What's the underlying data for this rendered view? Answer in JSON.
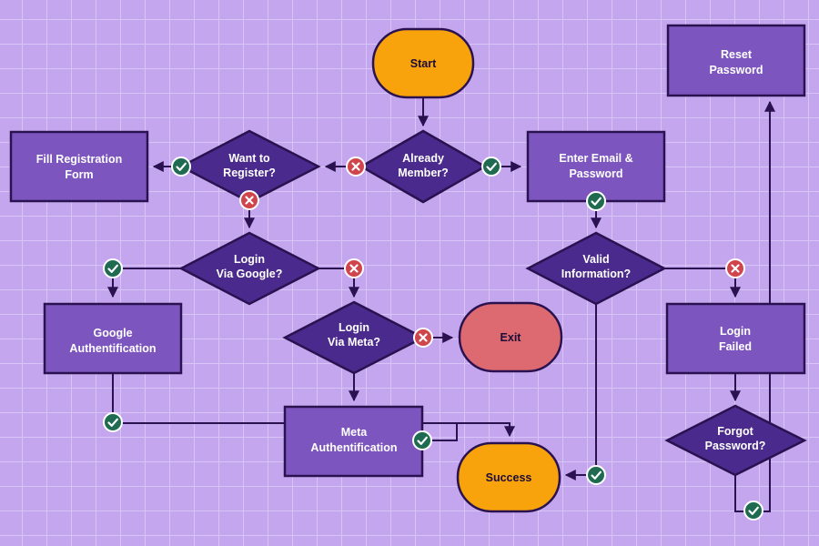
{
  "nodes": {
    "start": "Start",
    "already_member": [
      "Already",
      "Member?"
    ],
    "want_to_register": [
      "Want to",
      "Register?"
    ],
    "fill_registration": [
      "Fill Registration",
      "Form"
    ],
    "login_via_google": [
      "Login",
      "Via Google?"
    ],
    "google_auth": [
      "Google",
      "Authentification"
    ],
    "login_via_meta": [
      "Login",
      "Via Meta?"
    ],
    "exit": "Exit",
    "meta_auth": [
      "Meta",
      "Authentification"
    ],
    "success": "Success",
    "enter_email": [
      "Enter Email &",
      "Password"
    ],
    "valid_information": [
      "Valid",
      "Information?"
    ],
    "login_failed": [
      "Login",
      "Failed"
    ],
    "forgot_password": [
      "Forgot",
      "Password?"
    ],
    "reset_password": [
      "Reset",
      "Password"
    ]
  },
  "colors": {
    "background": "#c4a6ee",
    "process_box": "#7c56be",
    "decision": "#4a2a8c",
    "terminal": "#f8a20c",
    "exit": "#dc6a70",
    "yes_badge": "#1f6b52",
    "no_badge": "#d0444c"
  }
}
